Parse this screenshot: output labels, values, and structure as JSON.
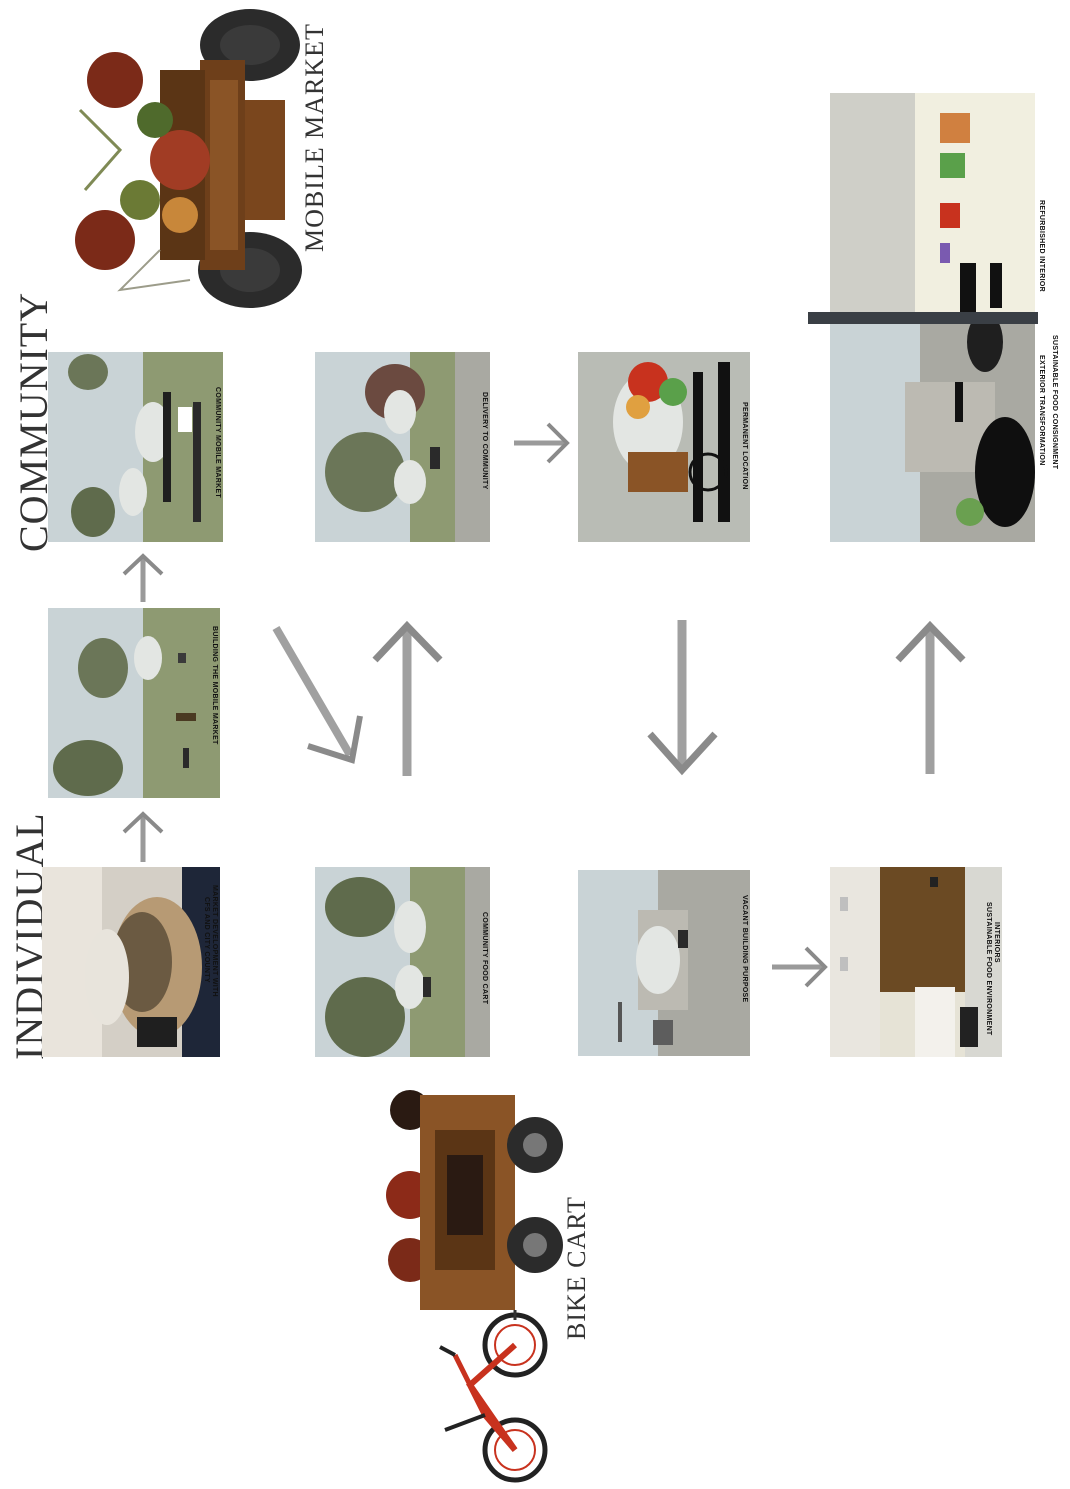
{
  "headings": {
    "individual": "INDIVIDUAL",
    "community": "COMMUNITY",
    "mobile_market": "MOBILE MARKET",
    "bike_cart": "BIKE CART"
  },
  "panels": [
    {
      "id": "p1",
      "caption_line1": "MARKET DEVELOPMENT WITH",
      "caption_line2": "CFS AND CITY COUNTY"
    },
    {
      "id": "p2",
      "caption_line1": "BUILDING THE MOBILE MARKET",
      "caption_line2": ""
    },
    {
      "id": "p3",
      "caption_line1": "COMMUNITY MOBILE MARKET",
      "caption_line2": ""
    },
    {
      "id": "p4",
      "caption_line1": "COMMUNITY FOOD CART",
      "caption_line2": ""
    },
    {
      "id": "p5",
      "caption_line1": "DELIVERY TO COMMUNITY",
      "caption_line2": ""
    },
    {
      "id": "p6",
      "caption_line1": "VACANT BUILDING PURPOSE",
      "caption_line2": ""
    },
    {
      "id": "p7",
      "caption_line1": "PERMANENT LOCATION",
      "caption_line2": ""
    },
    {
      "id": "p8",
      "caption_line1": "INTERIORS",
      "caption_line2": "SUSTAINABLE FOOD ENVIRONMENT"
    },
    {
      "id": "p9",
      "caption_line1": "EXTERIOR TRANSFORMATION",
      "caption_line2": "SUSTAINABLE FOOD CONSIGNMENT"
    },
    {
      "id": "p10",
      "caption_line1": "REFURBISHED INTERIOR",
      "caption_line2": ""
    }
  ],
  "colors": {
    "sky": "#c9d3d6",
    "grass": "#7f8f64",
    "tree": "#5f6b4c",
    "road": "#a9a9a2",
    "wood": "#8a5426",
    "wood_dark": "#5b3515",
    "bike_red": "#c8321e",
    "interior_brown": "#6b4a23",
    "arrow": "#9a9a9a"
  }
}
